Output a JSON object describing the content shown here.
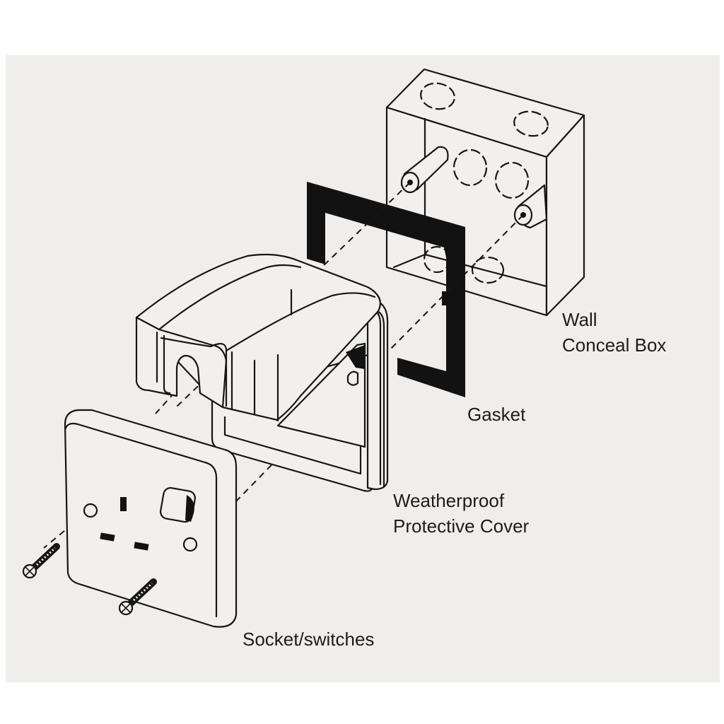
{
  "diagram": {
    "title": "Weatherproof socket cover exploded assembly",
    "colors": {
      "paper": "#efeeec",
      "ink": "#161616",
      "background": "#ffffff"
    },
    "labels": {
      "wall_box_line1": "Wall",
      "wall_box_line2": "Conceal Box",
      "gasket": "Gasket",
      "cover_line1": "Weatherproof",
      "cover_line2": "Protective Cover",
      "socket": "Socket/switches"
    },
    "components": [
      "wall-conceal-box",
      "gasket",
      "weatherproof-cover",
      "socket-plate",
      "mounting-screw",
      "mounting-screw"
    ]
  }
}
